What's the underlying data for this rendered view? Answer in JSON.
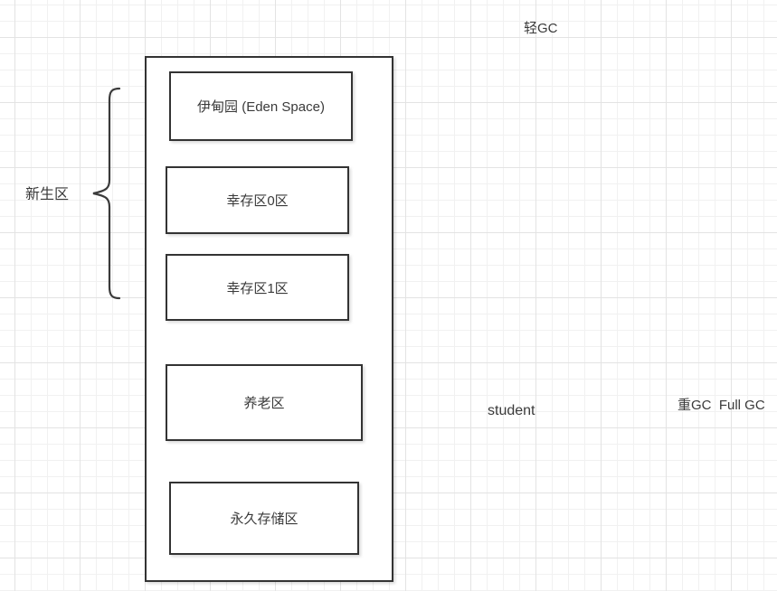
{
  "diagram": {
    "heap_boxes": [
      {
        "label": "伊甸园 (Eden Space)"
      },
      {
        "label": "幸存区0区"
      },
      {
        "label": "幸存区1区"
      },
      {
        "label": "养老区"
      },
      {
        "label": "永久存储区"
      }
    ],
    "annotations": {
      "light_gc": "轻GC",
      "new_generation": "新生区",
      "student": "student",
      "full_gc": "重GC  Full GC"
    },
    "colors": {
      "shape_border": "#333333",
      "text": "#3a3a3a",
      "grid_minor": "#f1f1f1",
      "grid_major": "#e3e3e3",
      "canvas_bg": "#ffffff"
    }
  }
}
